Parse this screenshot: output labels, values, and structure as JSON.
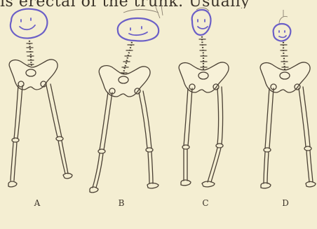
{
  "header": {
    "text": "is erectal of the trunk.  Usually"
  },
  "figures": [
    {
      "label": "A"
    },
    {
      "label": "B"
    },
    {
      "label": "C"
    },
    {
      "label": "D"
    }
  ]
}
